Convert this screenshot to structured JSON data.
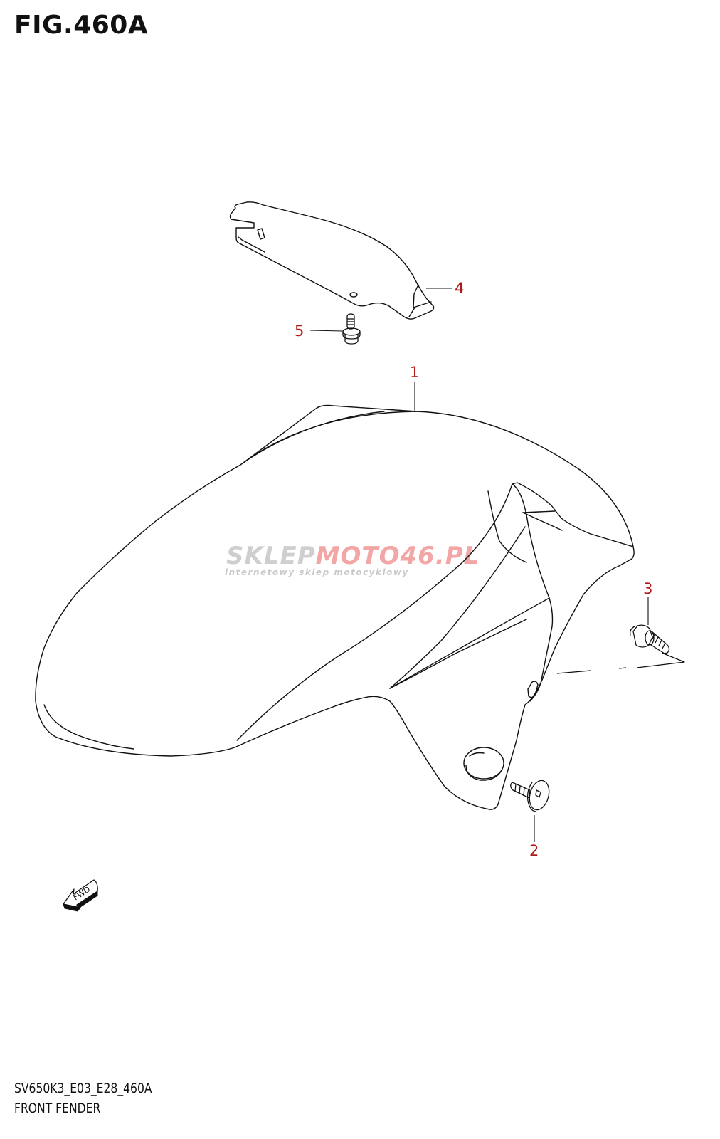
{
  "figure": {
    "title": "FIG.460A"
  },
  "callouts": [
    {
      "id": "1",
      "label": "1"
    },
    {
      "id": "2",
      "label": "2"
    },
    {
      "id": "3",
      "label": "3"
    },
    {
      "id": "4",
      "label": "4"
    },
    {
      "id": "5",
      "label": "5"
    }
  ],
  "direction_marker": {
    "label": "FWD",
    "icon": "forward-arrow-icon"
  },
  "watermark": {
    "brand_part1": "SKLEP",
    "brand_part2": "MOTO",
    "brand_part3": "46",
    "brand_part4": ".PL",
    "tagline": "internetowy sklep motocyklowy"
  },
  "footer": {
    "diagram_code": "SV650K3_E03_E28_460A",
    "diagram_name": "FRONT FENDER"
  },
  "colors": {
    "line": "#111111",
    "callout": "#b01818",
    "watermark_gray": "#c9c9c9",
    "watermark_red": "#f2a6a6"
  }
}
